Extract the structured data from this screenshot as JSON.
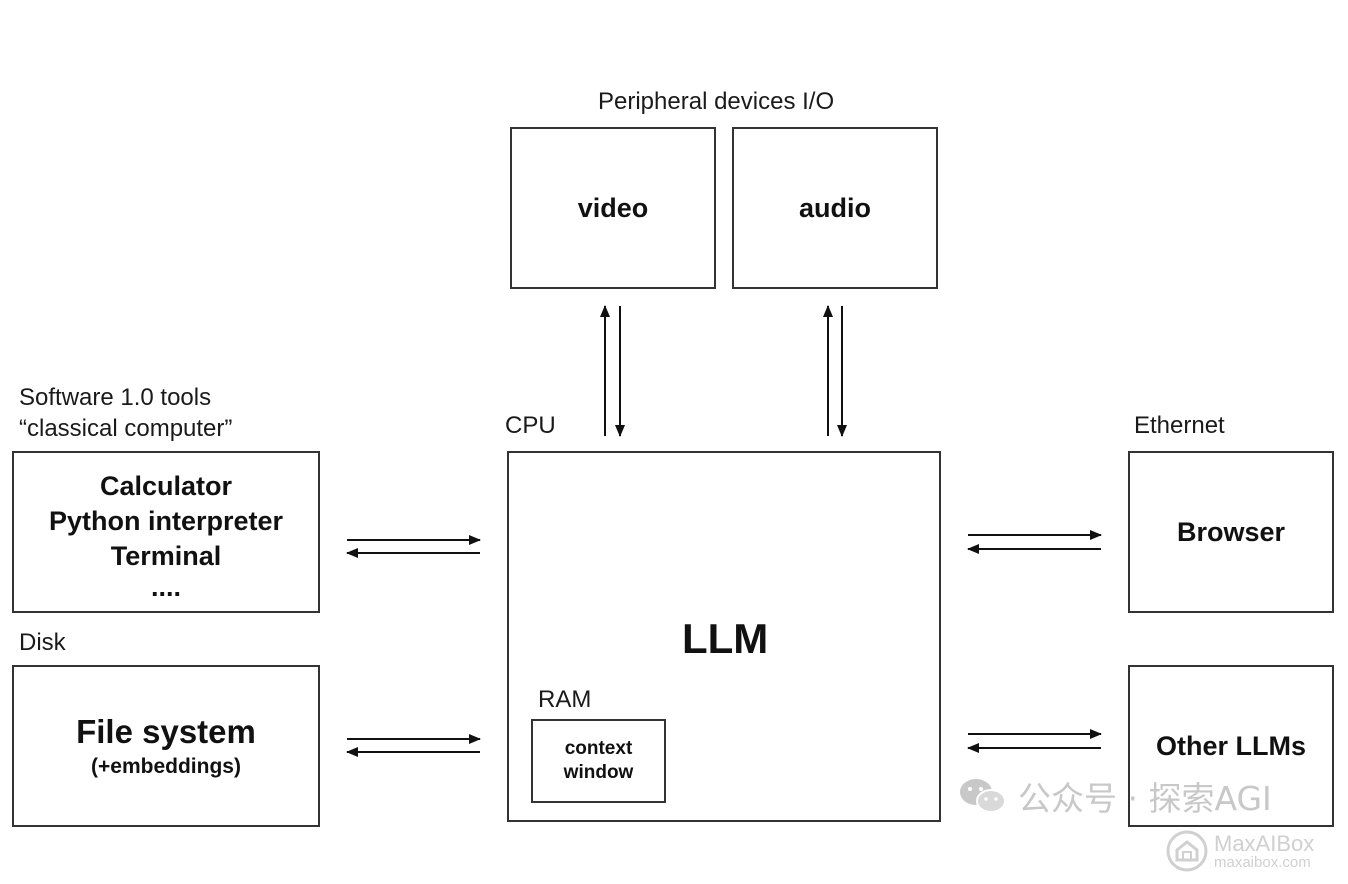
{
  "peripheral": {
    "title": "Peripheral devices I/O",
    "video": "video",
    "audio": "audio"
  },
  "software": {
    "title_line1": "Software 1.0 tools",
    "title_line2": "“classical computer”",
    "items": [
      "Calculator",
      "Python interpreter",
      "Terminal",
      "...."
    ]
  },
  "disk": {
    "title": "Disk",
    "main": "File system",
    "sub": "(+embeddings)"
  },
  "cpu": {
    "title": "CPU",
    "main": "LLM",
    "ram_title": "RAM",
    "ram_line1": "context",
    "ram_line2": "window"
  },
  "ethernet": {
    "title": "Ethernet",
    "browser": "Browser",
    "other": "Other LLMs"
  },
  "watermarks": {
    "wechat": "公众号 · 探索AGI",
    "brand": "MaxAIBox",
    "brand_url": "maxaibox.com"
  }
}
